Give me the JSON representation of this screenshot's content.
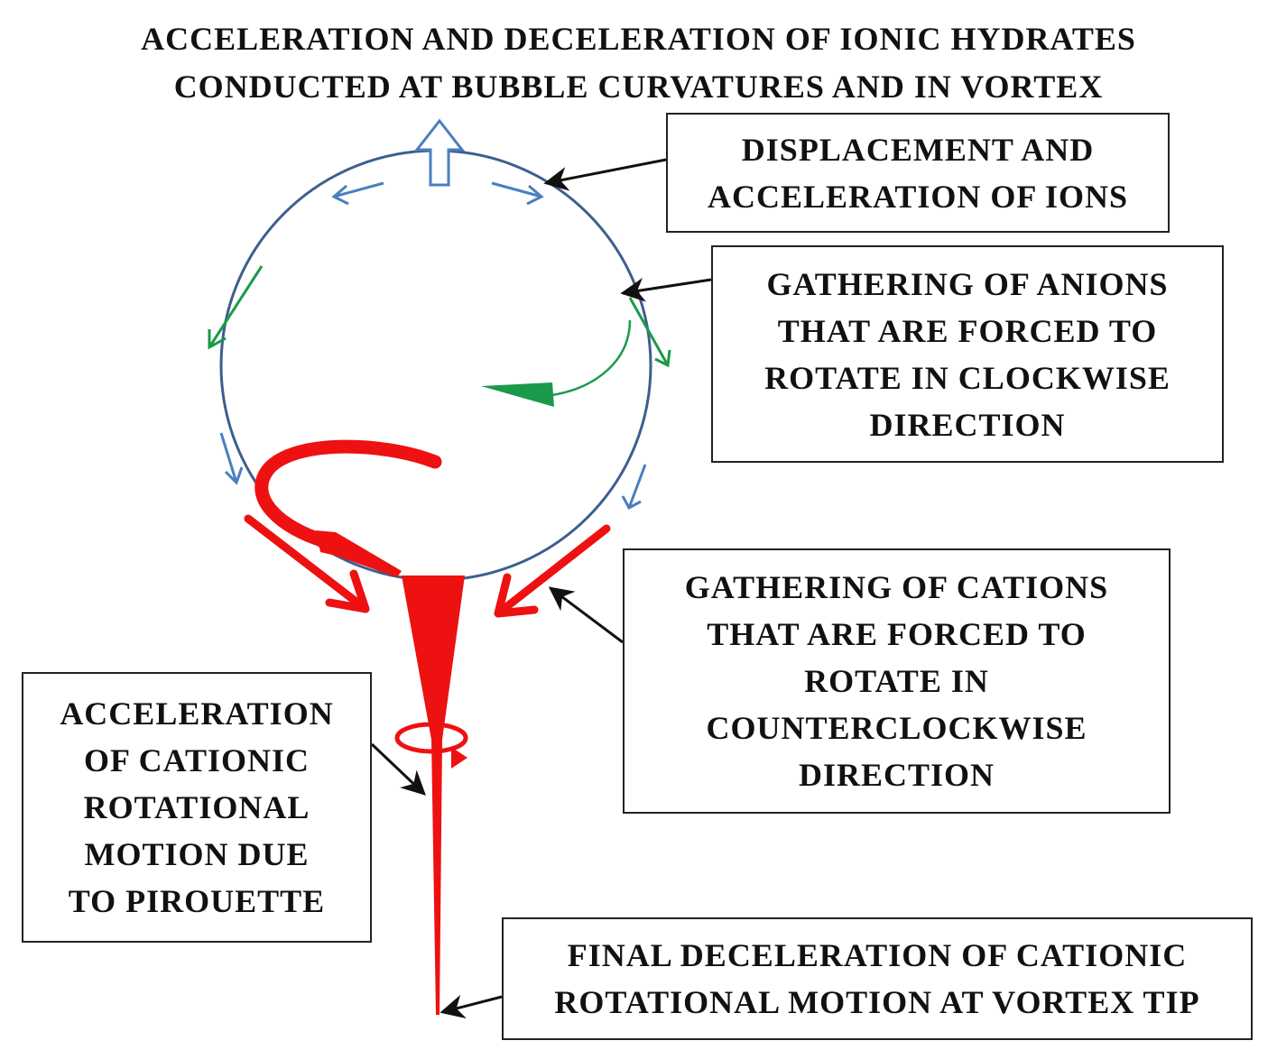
{
  "title": {
    "line1": "ACCELERATION AND DECELERATION OF IONIC HYDRATES",
    "line2": "CONDUCTED AT BUBBLE CURVATURES AND IN VORTEX"
  },
  "labels": {
    "displacement": [
      "DISPLACEMENT AND",
      "ACCELERATION OF IONS"
    ],
    "anions": [
      "GATHERING OF ANIONS",
      "THAT ARE FORCED TO",
      "ROTATE IN CLOCKWISE",
      "DIRECTION"
    ],
    "cations": [
      "GATHERING OF CATIONS",
      "THAT ARE FORCED TO",
      "ROTATE IN",
      "COUNTERCLOCKWISE",
      "DIRECTION"
    ],
    "pirouette": [
      "ACCELERATION",
      "OF CATIONIC",
      "ROTATIONAL",
      "MOTION DUE",
      "TO PIROUETTE"
    ],
    "tip": [
      "FINAL DECELERATION OF CATIONIC",
      "ROTATIONAL MOTION AT VORTEX TIP"
    ]
  },
  "colors": {
    "bubble": "#3d5f8f",
    "arrow_blue": "#4a7fbf",
    "anion_green": "#1a9a4a",
    "cation_red": "#ee1111",
    "text": "#111111"
  }
}
